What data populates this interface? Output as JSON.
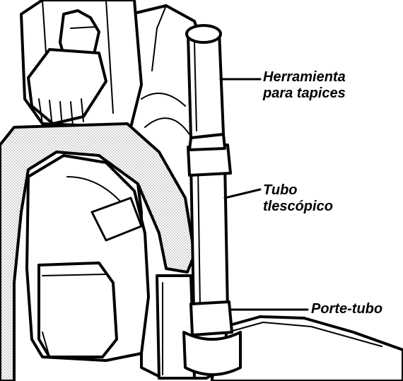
{
  "callouts": {
    "upholstery_tool": {
      "line1": "Herramienta",
      "line2": "para tapices"
    },
    "telescopic_tube": {
      "line1": "Tubo",
      "line2": "tlescópico"
    },
    "tube_holder": {
      "line1": "Porte-tubo"
    }
  },
  "colors": {
    "ink": "#000000",
    "paper": "#ffffff",
    "stipple": "#9a9a9a"
  }
}
